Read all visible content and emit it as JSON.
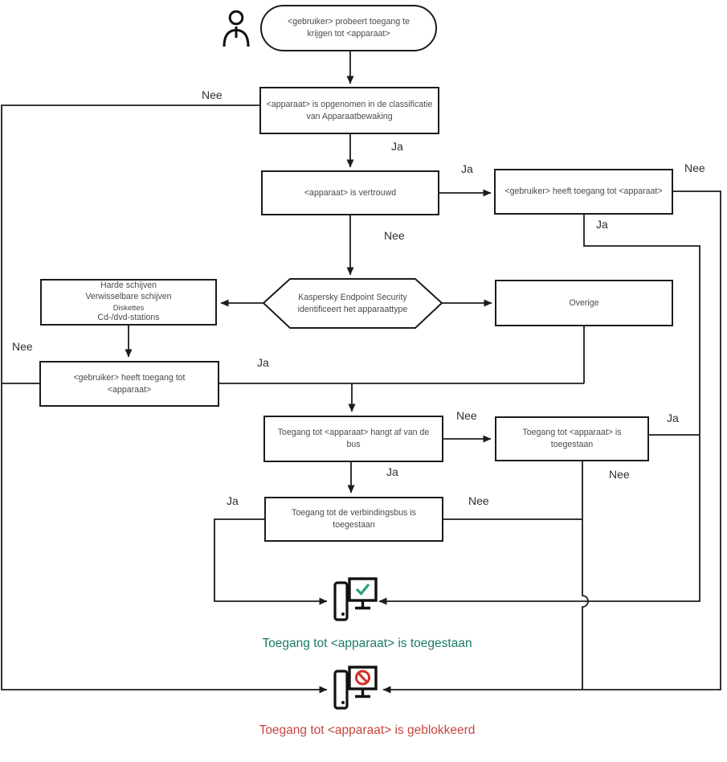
{
  "edge_labels": {
    "yes": "Ja",
    "no": "Nee"
  },
  "nodes": {
    "start": "<gebruiker> probeert toegang te\nkrijgen tot <apparaat>",
    "classification": "<apparaat> is opgenomen in de classificatie\nvan Apparaatbewaking",
    "trusted": "<apparaat> is vertrouwd",
    "user_access_right": "<gebruiker> heeft toegang tot <apparaat>",
    "identify_type": "Kaspersky Endpoint Security\nidentificeert het apparaattype",
    "device_types": {
      "lines": [
        "Harde schijven",
        "Verwisselbare schijven",
        "Diskettes",
        "Cd-/dvd-stations"
      ]
    },
    "user_access_left": "<gebruiker> heeft toegang tot\n<apparaat>",
    "bus_dependent": "Toegang tot <apparaat> hangt af van de\nbus",
    "access_allowed": "Toegang tot <apparaat> is\ntoegestaan",
    "connection_bus": "Toegang tot de verbindingsbus is\ntoegestaan",
    "overige": "Overige"
  },
  "outcomes": {
    "allowed": "Toegang tot <apparaat> is toegestaan",
    "blocked": "Toegang tot <apparaat> is geblokkeerd"
  },
  "colors": {
    "line": "#1c1c1c",
    "allowed_text": "#1c7a68",
    "blocked_text": "#c7463f",
    "check": "#27a077",
    "prohibit": "#d22f27"
  }
}
